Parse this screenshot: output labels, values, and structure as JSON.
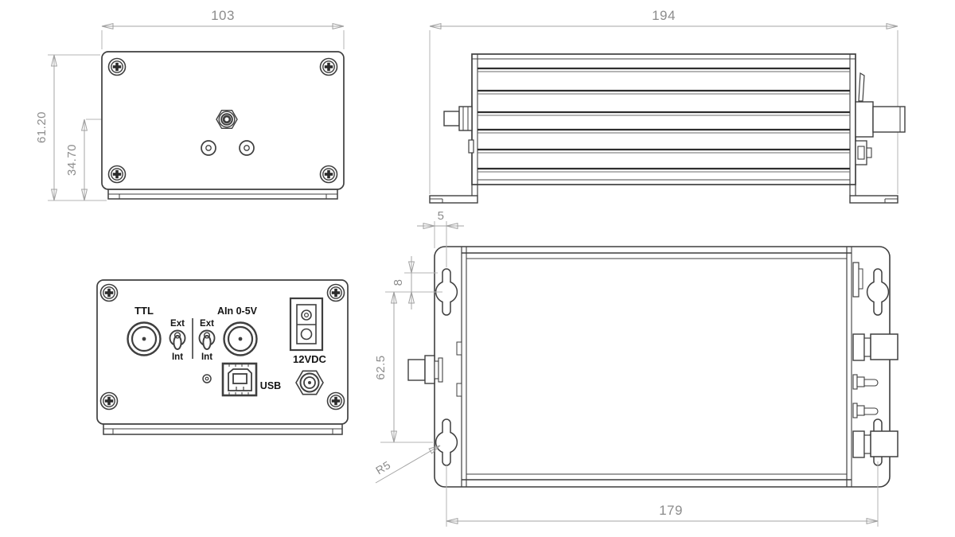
{
  "drawing": {
    "colors": {
      "line": "#3f3f3f",
      "dim_line": "#a6a6a6",
      "dim_text": "#8c8c8c",
      "label_text": "#141414",
      "background": "#ffffff"
    },
    "views": {
      "front": {
        "dim_width": "103",
        "dim_height": "61.20",
        "dim_connector_height": "34.70"
      },
      "side": {
        "dim_width": "194"
      },
      "rear_panel": {
        "label_ttl": "TTL",
        "label_ext_left": "Ext",
        "label_int_left": "Int",
        "label_ext_right": "Ext",
        "label_int_right": "Int",
        "label_ain": "AIn 0-5V",
        "label_power": "12VDC",
        "label_usb": "USB"
      },
      "bottom": {
        "dim_flange_offset": "5",
        "dim_slot_offset": "8",
        "dim_slot_spacing": "62.5",
        "dim_slot_radius": "R5",
        "dim_mount_spacing": "179"
      }
    }
  }
}
